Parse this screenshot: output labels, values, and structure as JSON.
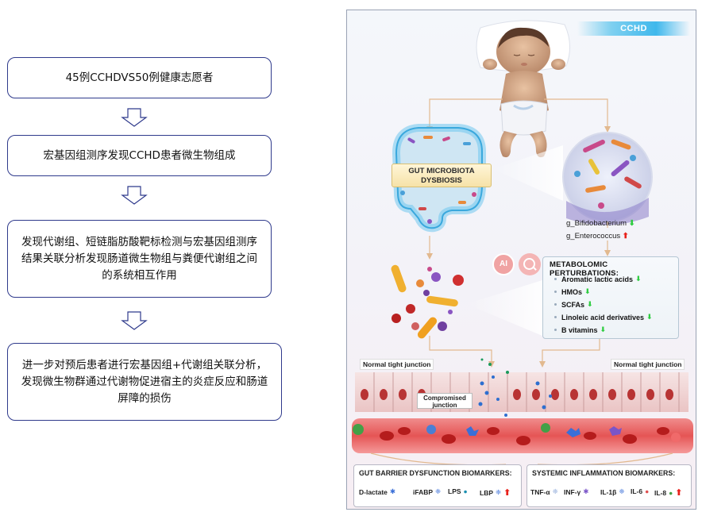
{
  "flowchart": {
    "steps": [
      {
        "text": "45例CCHDVS50例健康志愿者"
      },
      {
        "text": "宏基因组测序发现CCHD患者微生物组成"
      },
      {
        "text": "发现代谢组、短链脂肪酸靶标检测与宏基因组测序结果关联分析发现肠道微生物组与粪便代谢组之间的系统相互作用"
      },
      {
        "text": "进一步对预后患者进行宏基因组+代谢组关联分析，发现微生物群通过代谢物促进宿主的炎症反应和肠道屏障的损伤"
      }
    ]
  },
  "panel": {
    "banner": "CCHD",
    "dysbiosis_label": "GUT MICROBIOTA DYSBIOSIS",
    "bacteria": [
      {
        "name": "g_Bifidobacterium",
        "direction": "down",
        "color": "#2ecc40"
      },
      {
        "name": "g_Enterococcus",
        "direction": "up",
        "color": "#e8201a"
      }
    ],
    "ai_icon_text": "AI",
    "metabolomic": {
      "title": "METABOLOMIC  PERTURBATIONS:",
      "items": [
        {
          "label": "Aromatic lactic acids",
          "direction": "down"
        },
        {
          "label": "HMOs",
          "direction": "down"
        },
        {
          "label": "SCFAs",
          "direction": "down"
        },
        {
          "label": "Linoleic acid derivatives",
          "direction": "down"
        },
        {
          "label": "B vitamins",
          "direction": "down"
        }
      ]
    },
    "tight_junction_left": "Normal tight junction",
    "tight_junction_right": "Normal tight junction",
    "compromised_junction": "Compromised junction",
    "gut_barrier": {
      "title": "GUT BARRIER DYSFUNCTION BIOMARKERS:",
      "items": [
        "D-lactate",
        "iFABP",
        "LPS",
        "LBP"
      ],
      "direction": "up"
    },
    "inflammation": {
      "title": "SYSTEMIC INFLAMMATION BIOMARKERS:",
      "items": [
        "TNF-α",
        "INF-γ",
        "IL-1β",
        "IL-6",
        "IL-8"
      ],
      "direction": "up"
    },
    "colors": {
      "down_arrow": "#2ecc40",
      "up_arrow": "#e8201a",
      "flow_border": "#2f3a8c",
      "connector": "#e2b98f"
    }
  }
}
